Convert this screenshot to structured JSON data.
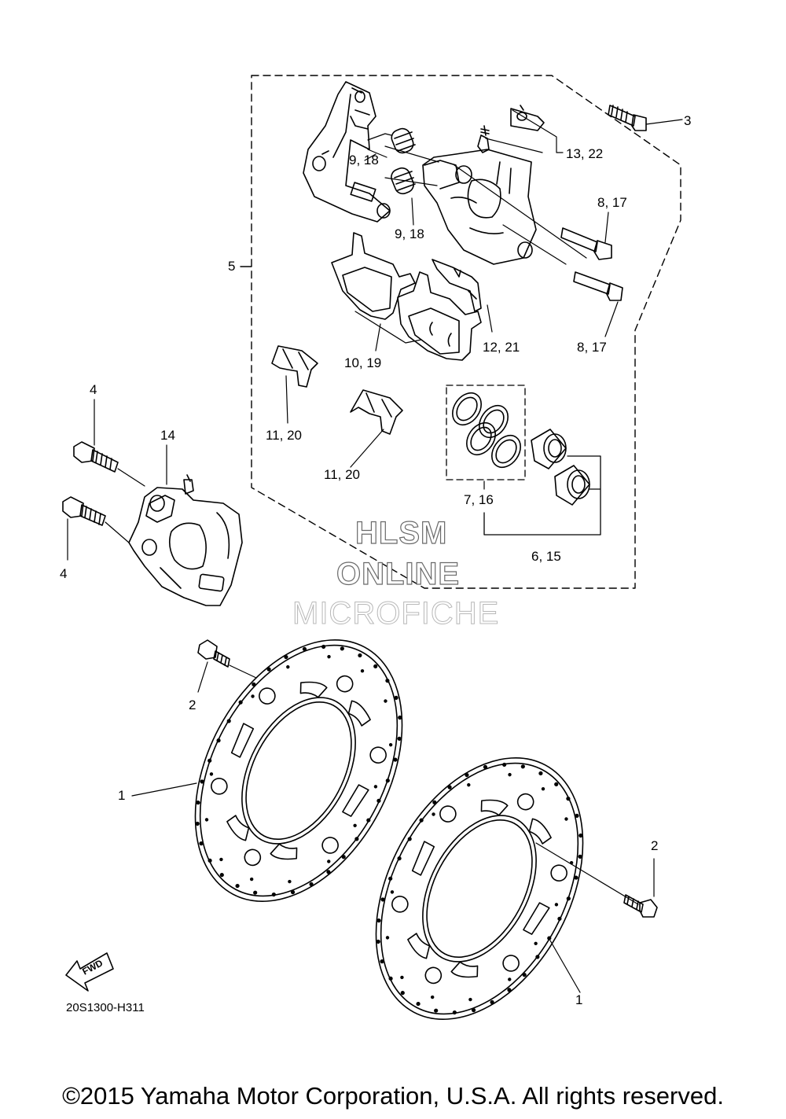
{
  "callouts": {
    "c1a": "1",
    "c1b": "1",
    "c2a": "2",
    "c2b": "2",
    "c3": "3",
    "c4a": "4",
    "c4b": "4",
    "c5": "5",
    "c6": "6, 15",
    "c7": "7, 16",
    "c8a": "8, 17",
    "c8b": "8, 17",
    "c9a": "9, 18",
    "c9b": "9, 18",
    "c10": "10, 19",
    "c11a": "11, 20",
    "c11b": "11, 20",
    "c12": "12, 21",
    "c13": "13, 22",
    "c14": "14"
  },
  "watermark": {
    "line1": "HLSM",
    "line2": "ONLINE",
    "line3": "MICROFICHE"
  },
  "fwd_label": "FWD",
  "diagram_code": "20S1300-H311",
  "copyright": "©2015 Yamaha Motor Corporation, U.S.A. All rights reserved."
}
